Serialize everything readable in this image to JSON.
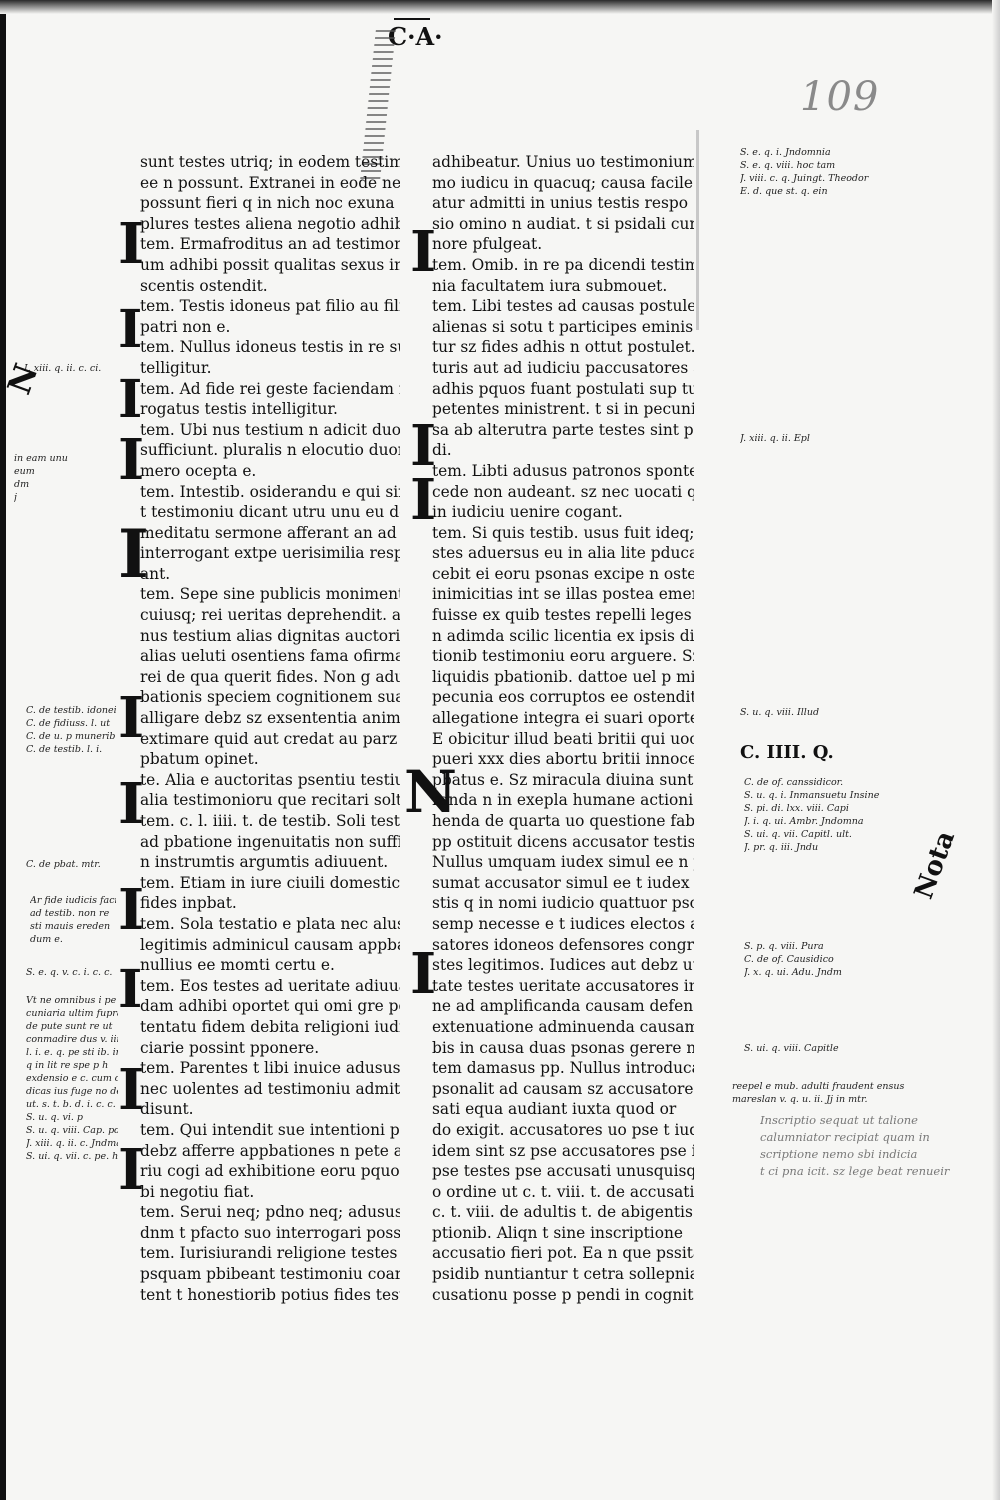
{
  "header": {
    "mark": "C·A·",
    "folio": "109"
  },
  "left_column": [
    "sunt testes utriq; in eodem testimonio",
    "ee n possunt. Extranei in eode negotio",
    "possunt fieri q in nich noc exuna domo",
    "plures testes aliena negotio adhibi.",
    "tem. Ermafroditus an ad testimoniu",
    "um adhibi possit qualitas sexus incale",
    "scentis ostendit.",
    "tem. Testis idoneus pat filio au filius",
    "patri non e.",
    "tem. Nullus idoneus testis in re sua in",
    "telligitur.",
    "tem. Ad fide rei geste faciendam non",
    "rogatus testis intelligitur.",
    "tem. Ubi nus testium n adicit duo",
    "sufficiunt. pluralis n elocutio duoru nu",
    "mero ocepta e.",
    "tem. Intestib. osiderandu e qui simplici",
    "t testimoniu dicant utru unu eu deq",
    "meditatu sermone afferant an ad ea que",
    "interrogant extpe uerisimilia responde",
    "ant.",
    "tem. Sepe sine publicis monimentis",
    "cuiusq; rei ueritas deprehendit. alias",
    "nus testium alias dignitas auctoritas",
    "alias ueluti osentiens fama ofirmat",
    "rei de qua querit fides. Non g adunam p",
    "bationis speciem cognitionem sua iudex",
    "alligare debz sz exsententia animi sui",
    "extimare quid aut credat au parz sibi",
    "pbatum opinet.",
    "te. Alia e auctoritas psentiu testiu",
    "alia testimonioru que recitari solt.",
    "tem. c. l. iiii. t. de testib. Soli testes",
    "ad pbatione ingenuitatis non sufficiunt.",
    "n instrumtis argumtis adiuuent.",
    "tem. Etiam in iure ciuili domestici",
    "fides inpbat.",
    "tem. Sola testatio e plata nec alus",
    "legitimis adminicul causam appbati",
    "nullius ee momti certu e.",
    "tem. Eos testes ad ueritate adiuuam",
    "dam adhibi oportet qui omi gre po",
    "tentatu fidem debita religioni iudi",
    "ciarie possint pponere.",
    "tem. Parentes t libi inuice adusus",
    "nec uolentes ad testimoniu admitten",
    "disunt.",
    "tem. Qui intendit sue intentioni pa",
    "debz afferre appbationes n pete adusa",
    "riu cogi ad exhibitione eoru pquos si",
    "bi negotiu fiat.",
    "tem. Serui neq; pdno neq; adusus",
    "dnm t pfacto suo interrogari possunt.",
    "tem. Iurisiurandi religione testes",
    "psquam pbibeant testimoniu coar",
    "tent t honestiorib potius fides testibus"
  ],
  "right_column": [
    "adhibeatur. Unius uo testimonium ne",
    "mo iudicu in quacuq; causa facile pati",
    "atur admitti in unius testis respo",
    "sio omino n audiat. t si psidali curie ho",
    "nore pfulgeat.",
    "tem. Omib. in re pa dicendi testimo",
    "nia facultatem iura submouet.",
    "tem. Libi testes ad causas postulentur",
    "alienas si sotu t participes eminis n dica",
    "tur sz fides adhis n ottut postulet. Uen",
    "turis aut ad iudiciu paccusatores aut",
    "adhis pquos fuant postulati sup tus con",
    "petentes ministrent. t si in pecuniaria ca",
    "sa ab alterutra parte testes sint pducen",
    "di.",
    "tem. Libti adusus patronos sponte p",
    "cede non audeant. sz nec uocati quide",
    "in iudiciu uenire cogant.",
    "tem. Si quis testib. usus fuit ideq; te",
    "stes aduersus eu in alia lite pducant n li",
    "cebit ei eoru psonas excipe n ostendit",
    "inimicitias int se illas postea emersa",
    "fuisse ex quib testes repelli leges pcipiut",
    "n adimda scilic licentia ex ipsis dispos",
    "tionib testimoniu eoru arguere. Sz t si",
    "liquidis pbationib. dattoe uel p missio e",
    "pecunia eos corruptos ee ostendit ei",
    "allegatione integra ei suari oportet.",
    "E obicitur illud beati britii qui uoce",
    "pueri xxx dies abortu britii innocens",
    "pbatus e. Sz miracula diuina sunt admi",
    "randa n in exepla humane actionis tra",
    "henda de quarta uo questione fabianus",
    "pp ostituit dicens accusator testis uel",
    "Nullus umquam iudex simul ee n potest",
    "sumat accusator simul ee t iudex ut te",
    "stis q in nomi iudicio quattuor psonas",
    "semp necesse e t iudices electos accu",
    "satores idoneos defensores congruos atq; te",
    "stes legitimos. Iudices aut debz uti equi",
    "tate testes ueritate accusatores intentio",
    "ne ad amplificanda causam defensores",
    "extenuatione adminuenda causam. Qui",
    "bis in causa duas psonas gerere n ualz",
    "tem damasus pp. Nullus introducat",
    "psonalit ad causam sz accusatores t accu",
    "sati equa audiant iuxta quod or",
    "do exigit. accusatores uo pse t iudices n",
    "idem sint sz pse accusatores pse iudices",
    "pse testes pse accusati unusquisq; in suo",
    "o ordine ut c. t. viii. t. de accusatioib.",
    "c. t. viii. de adultis t. de abigentis t inse",
    "ptionib. Aliqn t sine inscriptione",
    "accusatio fieri pot. Ea n que pssitale",
    "psidib nuntiantur t cetra sollepnia ac",
    "cusationu posse p pendi in cogniti n e."
  ],
  "margin_left": [
    {
      "lines": [
        "I. xiii. q. ii. c. ci."
      ]
    },
    {
      "lines": [
        "in eam unu",
        "eum",
        "dm",
        "j"
      ]
    },
    {
      "lines": [
        "C. de testib. idonei l. quis",
        "C. de fidiuss. l. ut",
        "C. de u. p munerib",
        "C. de testib. l. i."
      ]
    },
    {
      "lines": [
        "C. de pbat. mtr."
      ]
    },
    {
      "lines": [
        "Ar fide iudicis facie",
        "ad testib. non re",
        "sti mauis ereden",
        "dum e."
      ]
    },
    {
      "lines": [
        "S. e. q. v. c. i. c. c."
      ]
    },
    {
      "lines": [
        "Vt ne omnibus i pe",
        "cuniaria ultim fupra",
        "de pute sunt re ut",
        "conmadire dus v. iii. c.",
        "l. i. e. q. pe sti ib. infroga",
        "q in lit re spe p h",
        "exdensio e c. cum diu",
        "dicas ius fuge no de l",
        "ut. s. t. b. d. i. c. c. t",
        "S. u. q. vi. p",
        "S. u. q. viii. Cap. pde",
        "J. xiii. q. ii. c. Jndma",
        "S. ui. q. vii. c. pe. ha"
      ]
    }
  ],
  "margin_right": [
    {
      "lines": [
        "S. e. q. i. Jndomnia",
        "S. e. q. viii. hoc tam",
        "J. viii. c. q. Juingt. Theodor",
        "E. d. que st. q. ein"
      ]
    },
    {
      "lines": [
        "J. xiii. q. ii. Epl"
      ]
    },
    {
      "lines": [
        "S. u. q. viii. Illud"
      ]
    },
    {
      "heading": "C. IIII. Q."
    },
    {
      "lines": [
        "C. de of. canssidicor.",
        "S. u. q. i. Inmansuetu Insine",
        "S. pi. di. lxx. viii. Capi",
        "J. i. q. ui. Ambr. Jndomna",
        "S. ui. q. vii. Capitl. ult.",
        "J. pr. q. iii. Jndu"
      ]
    },
    {
      "lines": [
        "S. p. q. viii. Pura",
        "C. de of. Causidico",
        "J. x. q. ui. Adu. Jndm"
      ]
    },
    {
      "lines": [
        "S. ui. q. viii. Capitle"
      ]
    },
    {
      "lines": [
        "reepel e mub. adulti fraudent ensus",
        "mareslan v. q. u. ii. Jj in mtr."
      ]
    }
  ],
  "margin_right_faint": [
    "Inscriptio sequat ut talione",
    "calumniator recipiat quam in",
    "scriptione nemo sbi indicia",
    "t ci pna icit. sz lege beat renueir"
  ],
  "monograms": {
    "left": "N",
    "right": "Nota"
  },
  "colors": {
    "parchment": "#f6f6f4",
    "ink": "#111111",
    "faint_ink": "#777777"
  }
}
